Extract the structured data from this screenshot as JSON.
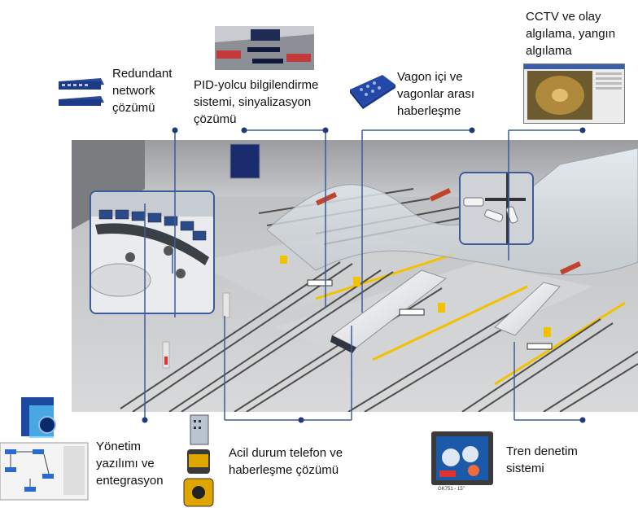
{
  "labels": {
    "redundant": "Redundant\nnetwork\nçözümü",
    "pid": "PID-yolcu bilgilendirme\nsistemi, sinyalizasyon\nçözümü",
    "vagon": "Vagon içi ve\nvagonlar arası\nhaberleşme",
    "cctv": "CCTV ve olay\nalgılama, yangın\nalgılama",
    "yonetim": "Yönetim\nyazılımı ve\nentegrasyon",
    "acil": "Acil durum telefon ve\nhaberleşme çözümü",
    "tren": "Tren denetim\nsistemi"
  },
  "panel_caption": "GK751 - 15\"",
  "colors": {
    "connector": "#3d5a99",
    "dot": "#1f3a78",
    "platform_yellow": "#f2c200",
    "track": "#5a5a5a"
  }
}
